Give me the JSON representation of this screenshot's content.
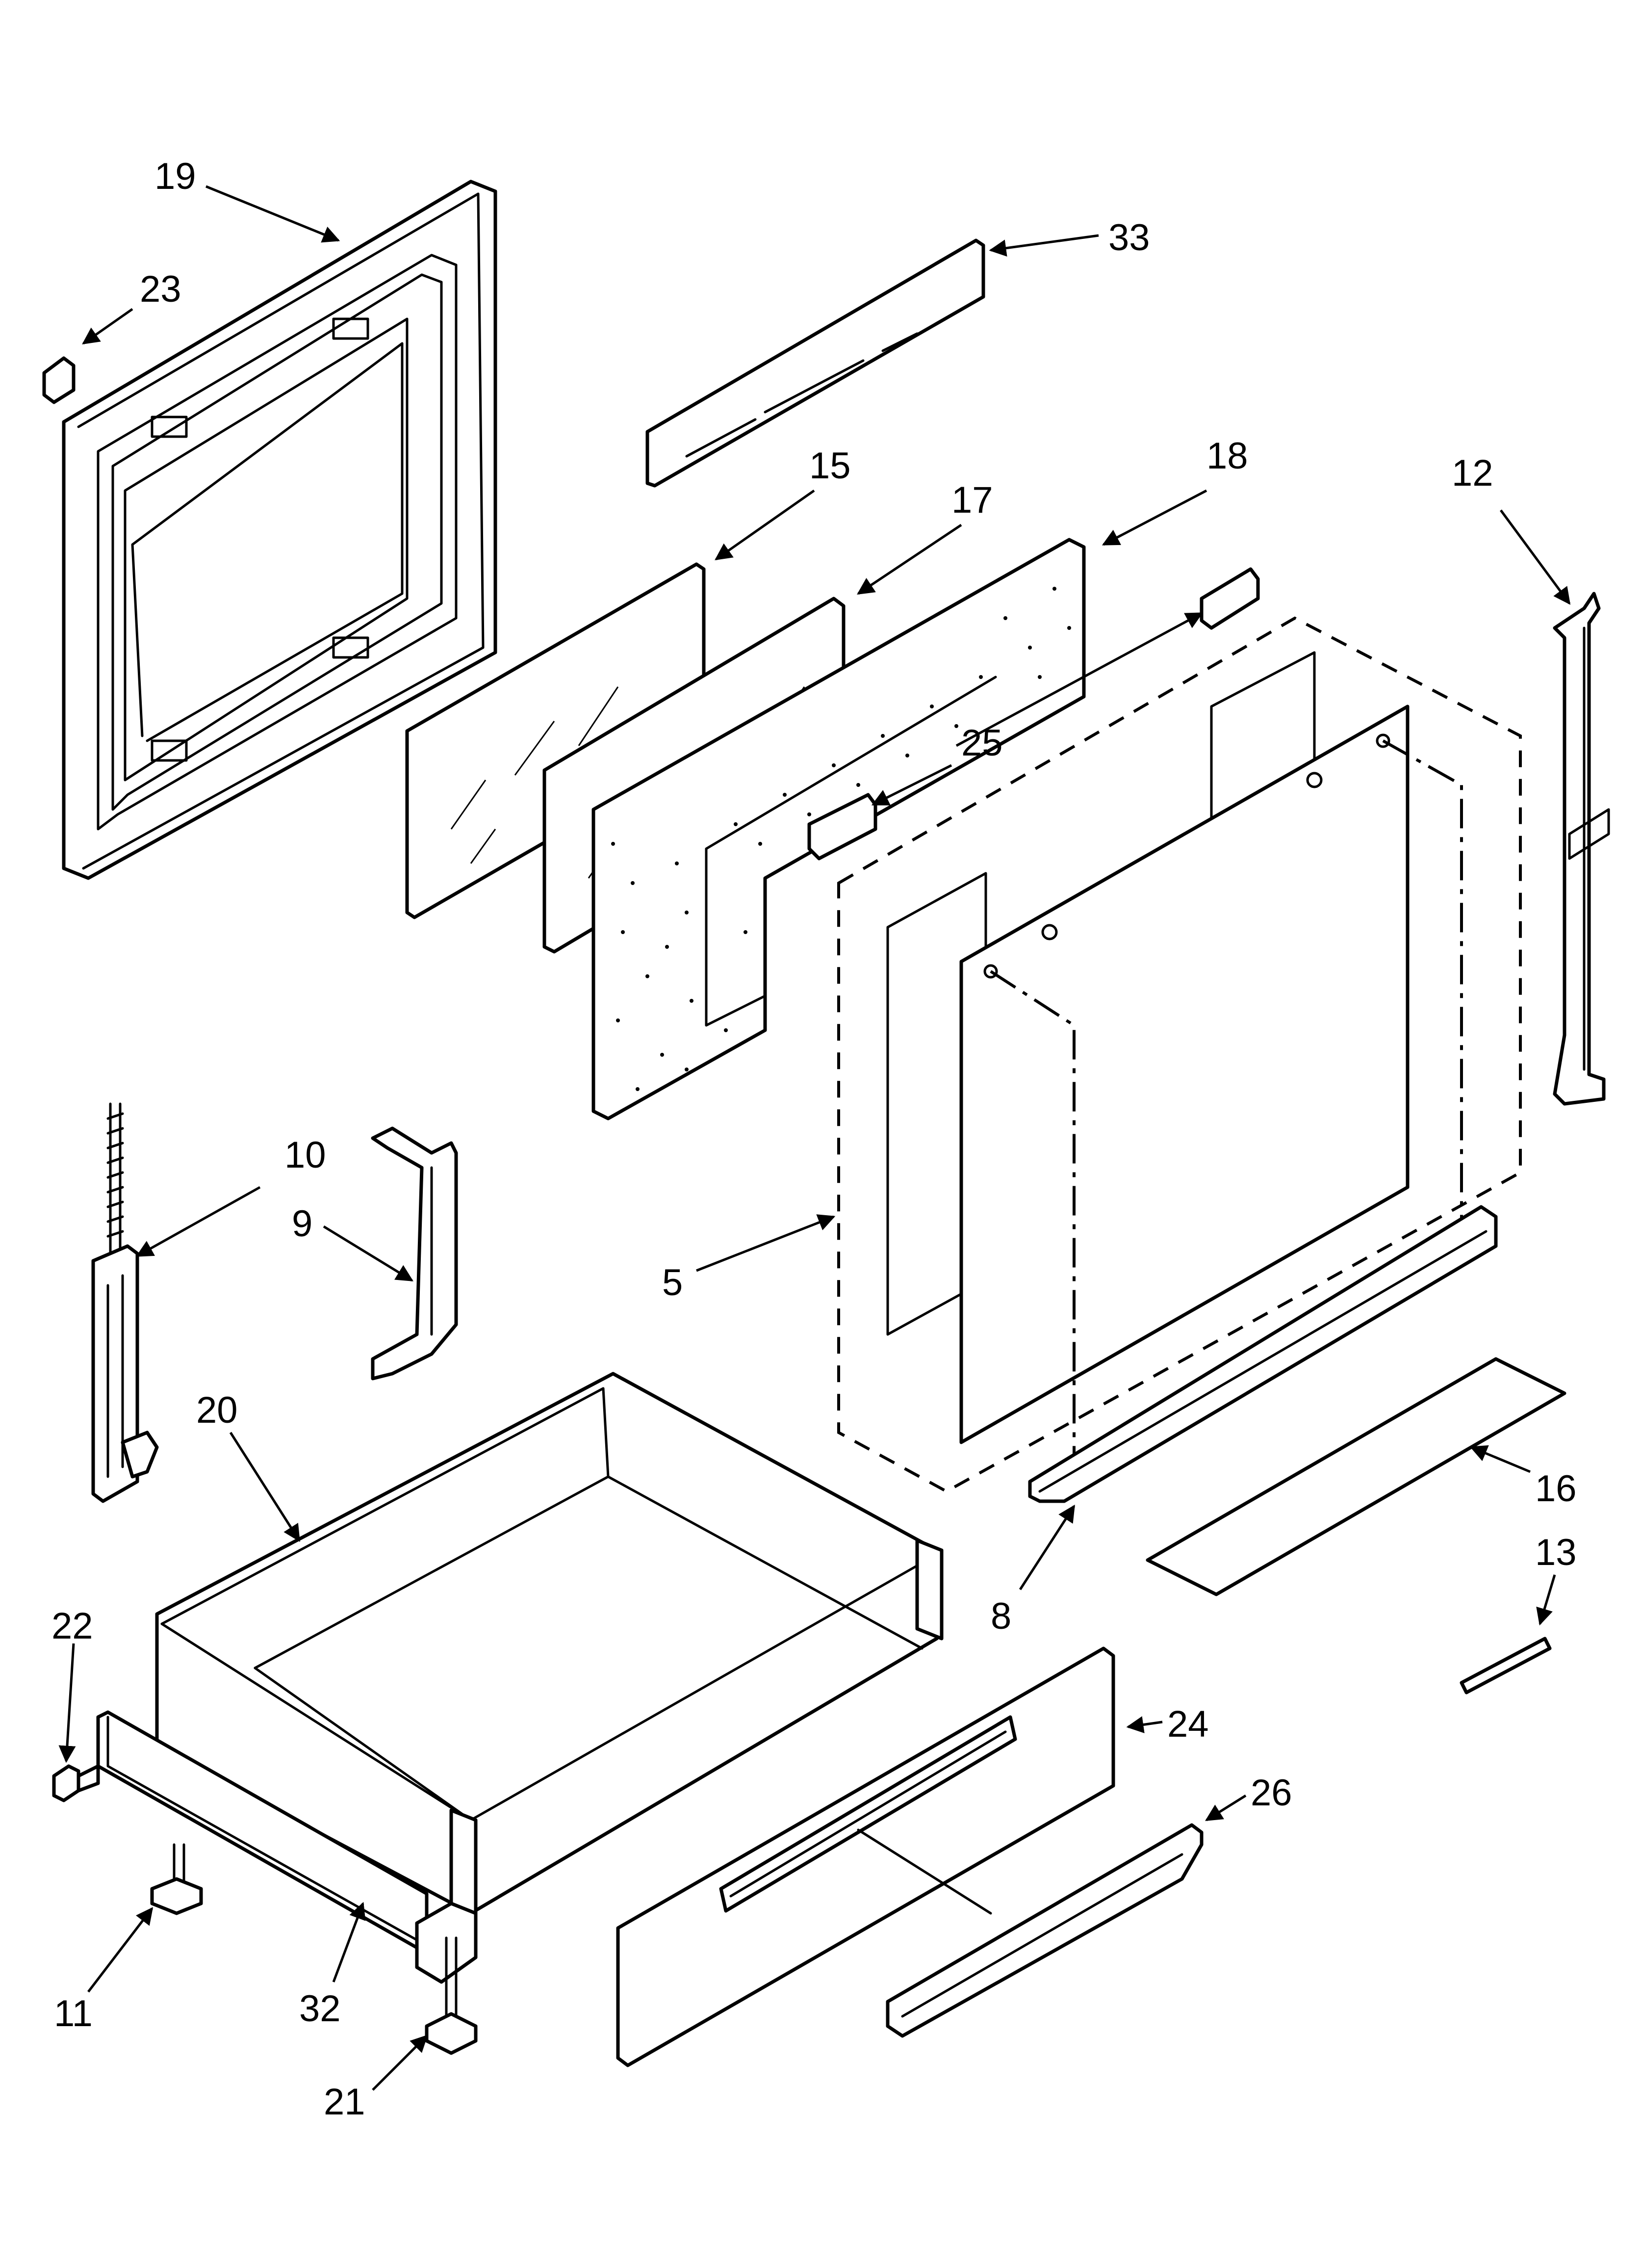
{
  "callouts": {
    "p19": "19",
    "p23": "23",
    "p33": "33",
    "p15": "15",
    "p17": "17",
    "p18": "18",
    "p12": "12",
    "p25": "25",
    "p10": "10",
    "p9": "9",
    "p5": "5",
    "p20": "20",
    "p16": "16",
    "p13": "13",
    "p8": "8",
    "p22": "22",
    "p24": "24",
    "p26": "26",
    "p11": "11",
    "p32": "32",
    "p21": "21"
  },
  "colors": {
    "line": "#000000",
    "background": "#ffffff"
  }
}
